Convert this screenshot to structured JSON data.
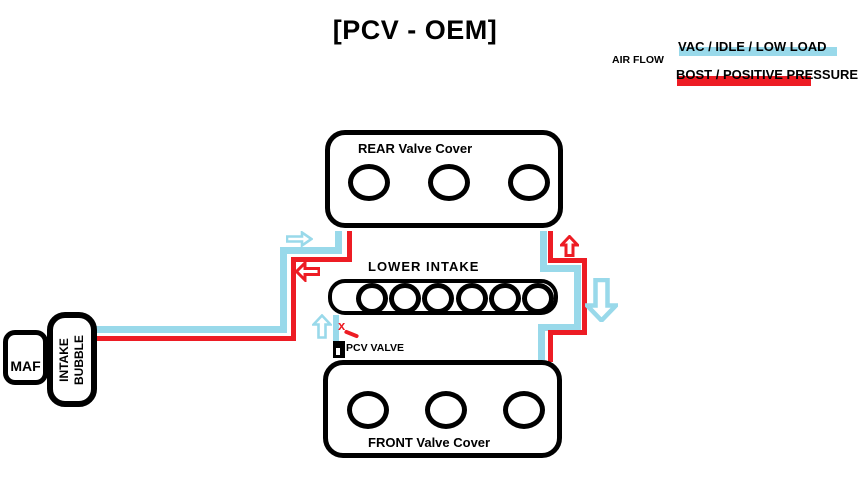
{
  "title": "[PCV - OEM]",
  "legend": {
    "air_flow": "AIR FLOW",
    "vacuum": {
      "label": "VAC / IDLE / LOW LOAD",
      "color": "#99D9EA"
    },
    "boost": {
      "label": "BOST / POSITIVE PRESSURE",
      "color": "#ED1C24"
    }
  },
  "diagram": {
    "rear_valve_cover": {
      "label": "REAR Valve Cover",
      "ports": 3
    },
    "lower_intake": {
      "label": "LOWER INTAKE",
      "ports": 6
    },
    "front_valve_cover": {
      "label": "FRONT Valve Cover",
      "ports": 3
    },
    "maf": {
      "label": "MAF"
    },
    "intake_bubble": {
      "line1": "INTAKE",
      "line2": "BUBBLE"
    },
    "pcv_valve": {
      "label": "PCV VALVE",
      "blocked_marker": "x"
    }
  },
  "colors": {
    "vacuum_line": "#99D9EA",
    "boost_line": "#ED1C24",
    "outline": "#000000"
  }
}
